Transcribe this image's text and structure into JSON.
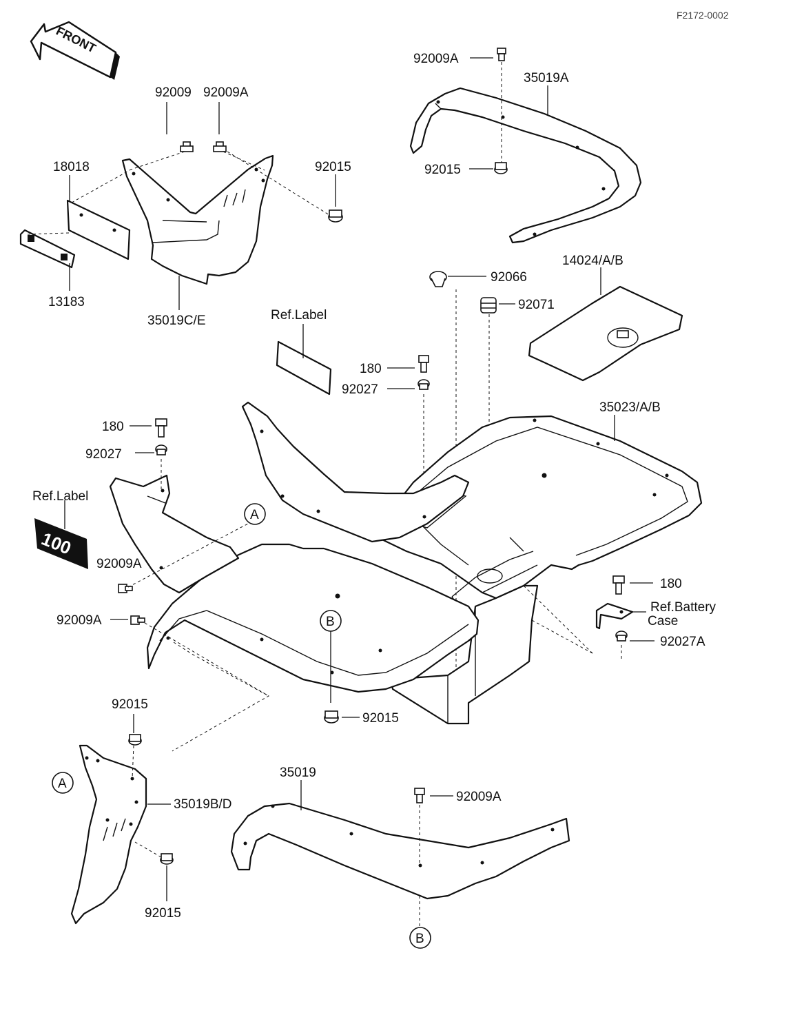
{
  "figure": {
    "code": "F2172-0002",
    "front_label": "FRONT"
  },
  "callouts": [
    {
      "id": "a1",
      "text": "A"
    },
    {
      "id": "a2",
      "text": "A"
    },
    {
      "id": "b1",
      "text": "B"
    },
    {
      "id": "b2",
      "text": "B"
    }
  ],
  "labels": {
    "p92009_left": "92009",
    "p92009a_top_left": "92009A",
    "p92015_upper_left": "92015",
    "p18018": "18018",
    "p13183": "13183",
    "p35019ce": "35019C/E",
    "p92009a_top_right": "92009A",
    "p35019a": "35019A",
    "p92015_top_right": "92015",
    "p92066": "92066",
    "p14024": "14024/A/B",
    "p92071": "92071",
    "ref_label_top": "Ref.Label",
    "p180_top": "180",
    "p92027_top": "92027",
    "p180_mid": "180",
    "p92027_mid": "92027",
    "p35023": "35023/A/B",
    "ref_label_left": "Ref.Label",
    "p92009a_left1": "92009A",
    "p92009a_left2": "92009A",
    "p180_right": "180",
    "ref_battery_1": "Ref.Battery",
    "ref_battery_2": "Case",
    "p92027a": "92027A",
    "p92015_bottom_center": "92015",
    "p92015_bottom_left_top": "92015",
    "p35019bd": "35019B/D",
    "p92015_bottom_left_bottom": "92015",
    "p35019": "35019",
    "p92009a_bottom": "92009A"
  },
  "ref_label_graphic": "100"
}
